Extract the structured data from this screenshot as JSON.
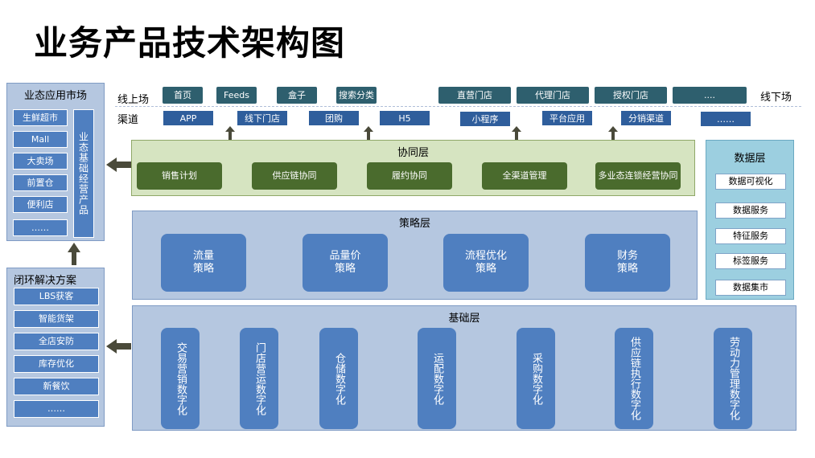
{
  "title": "业务产品技术架构图",
  "market": {
    "title": "业态应用市场",
    "items": [
      "生鲜超市",
      "Mall",
      "大卖场",
      "前置仓",
      "便利店",
      "……"
    ],
    "vertical": "业态基础经营产品"
  },
  "loop": {
    "title": "闭环解决方案",
    "items": [
      "LBS获客",
      "智能货架",
      "全店安防",
      "库存优化",
      "新餐饮",
      "……"
    ]
  },
  "channels": {
    "online_label": "线上场",
    "offline_label": "线下场",
    "channel_label": "渠道",
    "row1": [
      "首页",
      "Feeds",
      "盒子",
      "搜索分类",
      "直营门店",
      "代理门店",
      "授权门店",
      "...."
    ],
    "row2": [
      "APP",
      "线下门店",
      "团购",
      "H5",
      "小程序",
      "平台应用",
      "分销渠道",
      "……"
    ]
  },
  "synergy": {
    "title": "协同层",
    "items": [
      "销售计划",
      "供应链协同",
      "履约协同",
      "全渠道管理",
      "多业态连锁经营协同"
    ]
  },
  "data_layer": {
    "title": "数据层",
    "items": [
      "数据可视化",
      "数据服务",
      "特征服务",
      "标签服务",
      "数据集市"
    ]
  },
  "strategy": {
    "title": "策略层",
    "items": [
      "流量\n策略",
      "品量价\n策略",
      "流程优化\n策略",
      "财务\n策略"
    ]
  },
  "base": {
    "title": "基础层",
    "items": [
      "交易营销数字化",
      "门店营运数字化",
      "仓储数字化",
      "运配数字化",
      "采购数字化",
      "供应链执行数字化",
      "劳动力管理数字化"
    ]
  },
  "colors": {
    "panel_blue": "#b5c7e0",
    "box_blue": "#4f7fc0",
    "chip_dark": "#2e5f6e",
    "chip_blue": "#2f5e9c",
    "synergy_bg": "#d6e4c1",
    "synergy_box": "#4a6b2d",
    "data_bg": "#9ccfe0",
    "arrow": "#4a4a3a"
  }
}
